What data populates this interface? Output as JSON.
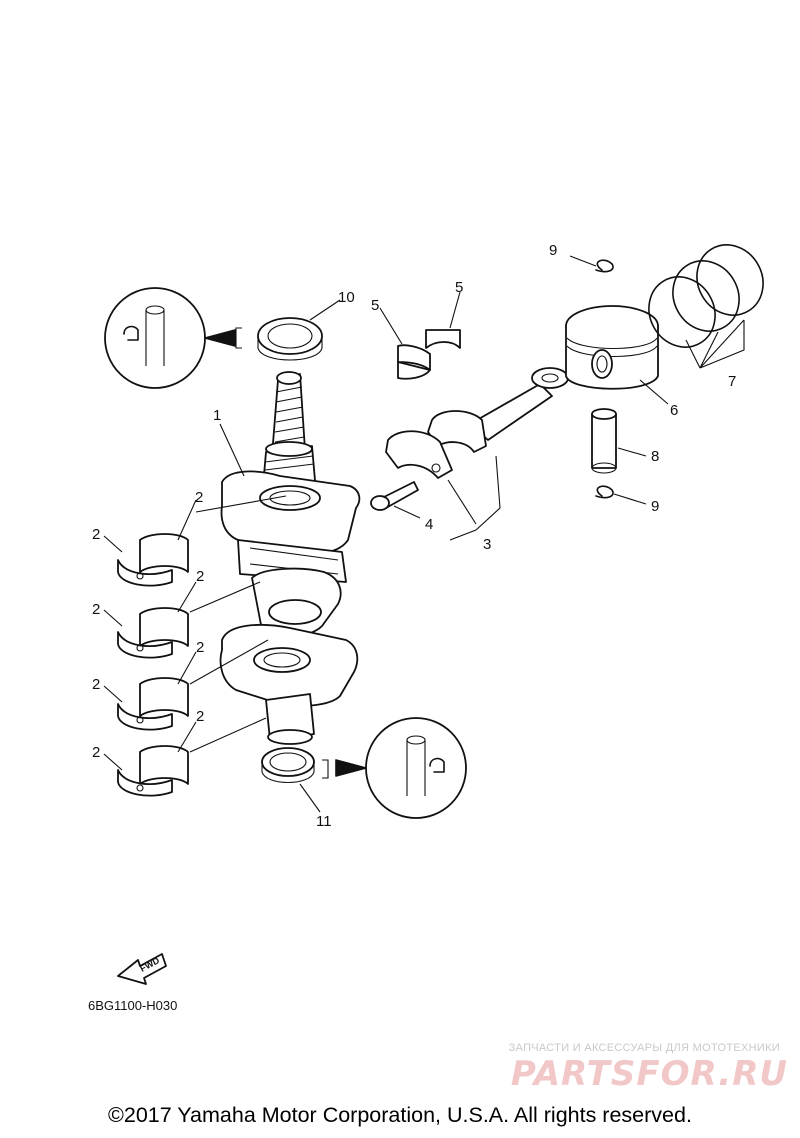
{
  "diagram": {
    "part_numbers": {
      "crankshaft": "1",
      "bearing": "2",
      "connecting_rod": "3",
      "rod_bolt": "4",
      "upper_bearing": "5",
      "piston": "6",
      "piston_rings": "7",
      "piston_pin": "8",
      "circlip": "9",
      "upper_oil_seal": "10",
      "lower_oil_seal": "11"
    },
    "fwd_label": "FWD",
    "diagram_code": "6BG1100-H030"
  },
  "watermark": {
    "tagline": "ЗАПЧАСТИ И АКСЕССУАРЫ ДЛЯ МОТОТЕХНИКИ",
    "logo_text": "PARTSFOR.RU"
  },
  "footer": {
    "copyright": "©2017 Yamaha Motor Corporation, U.S.A. All rights reserved."
  },
  "colors": {
    "line": "#111111",
    "watermark_logo": "#f1c7c7",
    "watermark_text": "#c9c9c9"
  }
}
